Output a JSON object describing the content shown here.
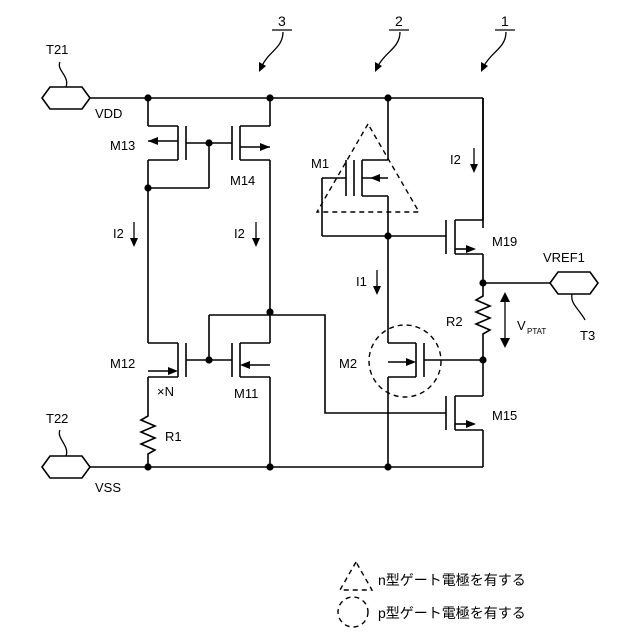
{
  "labels": {
    "t21": "T21",
    "vdd": "VDD",
    "t22": "T22",
    "vss": "VSS",
    "m13": "M13",
    "m14": "M14",
    "m12": "M12",
    "m11": "M11",
    "m1": "M1",
    "m2": "M2",
    "m19": "M19",
    "m15": "M15",
    "r1": "R1",
    "r2": "R2",
    "times_n": "×N",
    "i2_left": "I2",
    "i2_mid": "I2",
    "i2_right": "I2",
    "i1": "I1",
    "vref1": "VREF1",
    "t3": "T3",
    "vptat_main": "V",
    "vptat_sub": "PTAT"
  },
  "references": {
    "block1": "1",
    "block2": "2",
    "block3": "3"
  },
  "legend": {
    "triangle_text": "n型ゲート電極を有する",
    "circle_text": "p型ゲート電極を有する"
  }
}
